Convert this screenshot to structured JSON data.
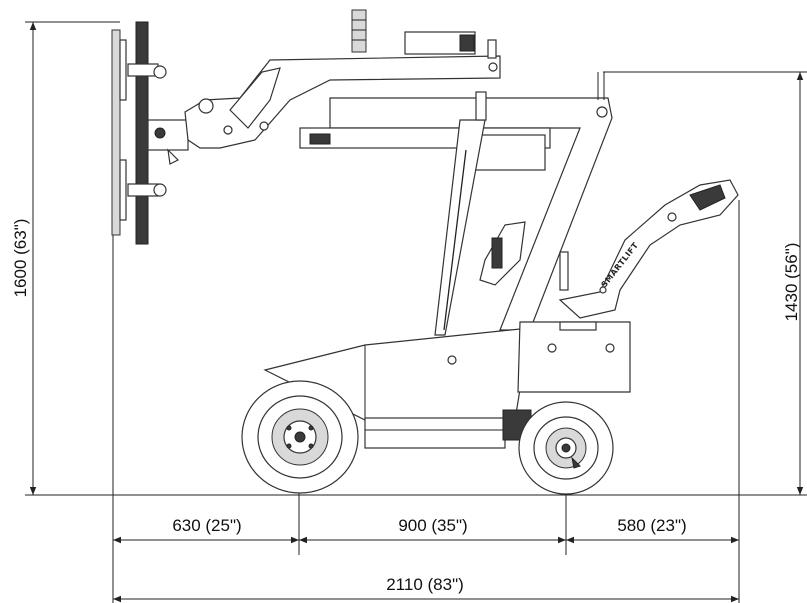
{
  "dimensions": {
    "total_height": "1600 (63\")",
    "frame_height": "1430 (56\")",
    "front_overhang": "630 (25\")",
    "wheelbase": "900 (35\")",
    "rear_overhang": "580 (23\")",
    "total_length": "2110 (83\")"
  },
  "brand": "SMARTLIFT",
  "colors": {
    "line": "#222222",
    "fill_dark": "#3a3a3a",
    "fill_light": "#d9d9d9"
  }
}
